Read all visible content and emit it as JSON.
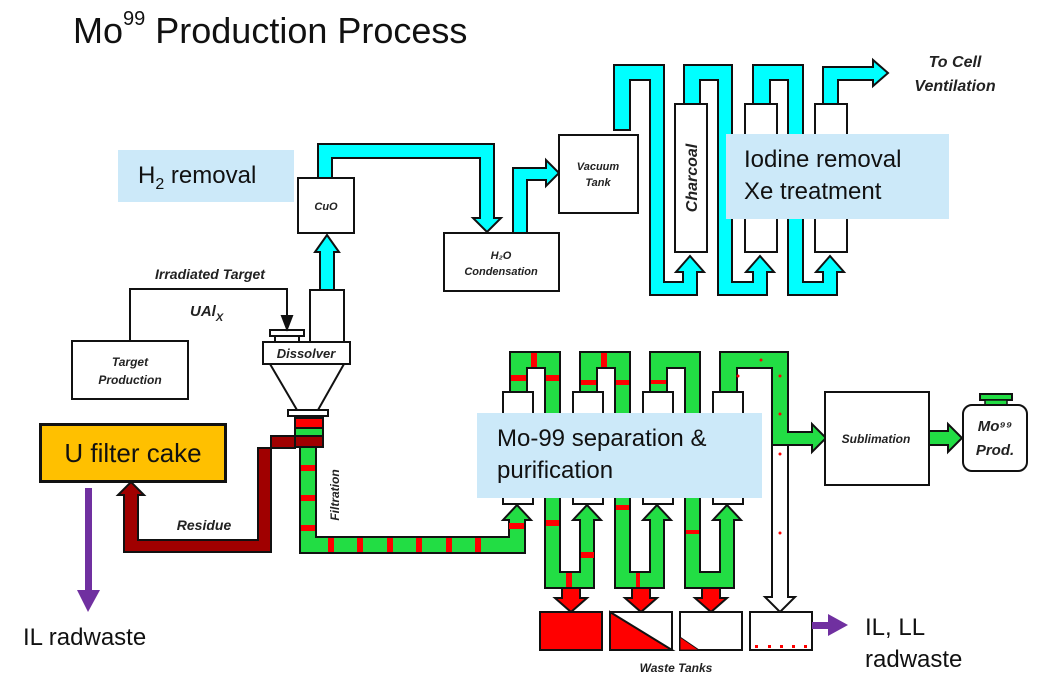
{
  "title": {
    "main": "Mo",
    "superscript": "99",
    "rest": " Production Process"
  },
  "colors": {
    "gas_line": "#00ffff",
    "liquid_line": "#22dd44",
    "waste": "#ff0000",
    "residue": "#a00000",
    "radwaste_arrow": "#7030a0",
    "callout_bg": "#cce9f9",
    "filter_cake": "#ffc000"
  },
  "process_boxes": {
    "target_production": [
      "Target",
      "Production"
    ],
    "dissolver": "Dissolver",
    "cuo": "CuO",
    "h2o_condensation": [
      "H₂O",
      "Condensation"
    ],
    "vacuum_tank": [
      "Vacuum",
      "Tank"
    ],
    "charcoal": "Charcoal",
    "sublimation": "Sublimation",
    "mo_product": [
      "Mo⁹⁹",
      "Prod."
    ],
    "u_filter_cake": "U filter cake"
  },
  "flow_labels": {
    "irradiated_target": "Irradiated Target",
    "ualx": "UAl",
    "ualx_sub": "X",
    "to_cell_ventilation": [
      "To  Cell",
      "Ventilation"
    ],
    "residue": "Residue",
    "filtration": "Filtration",
    "waste_tanks": "Waste Tanks"
  },
  "callouts": {
    "h2_removal": {
      "prefix": "H",
      "sub": "2",
      "suffix": " removal"
    },
    "iodine_xe": [
      "Iodine removal",
      "Xe treatment"
    ],
    "mo99_separation": [
      "Mo-99 separation &",
      "purification"
    ]
  },
  "outputs": {
    "il_radwaste": "IL radwaste",
    "il_ll_radwaste": [
      "IL, LL",
      "radwaste"
    ]
  },
  "waste_tank_fill_levels": [
    1.0,
    0.5,
    0.12,
    0.0
  ]
}
